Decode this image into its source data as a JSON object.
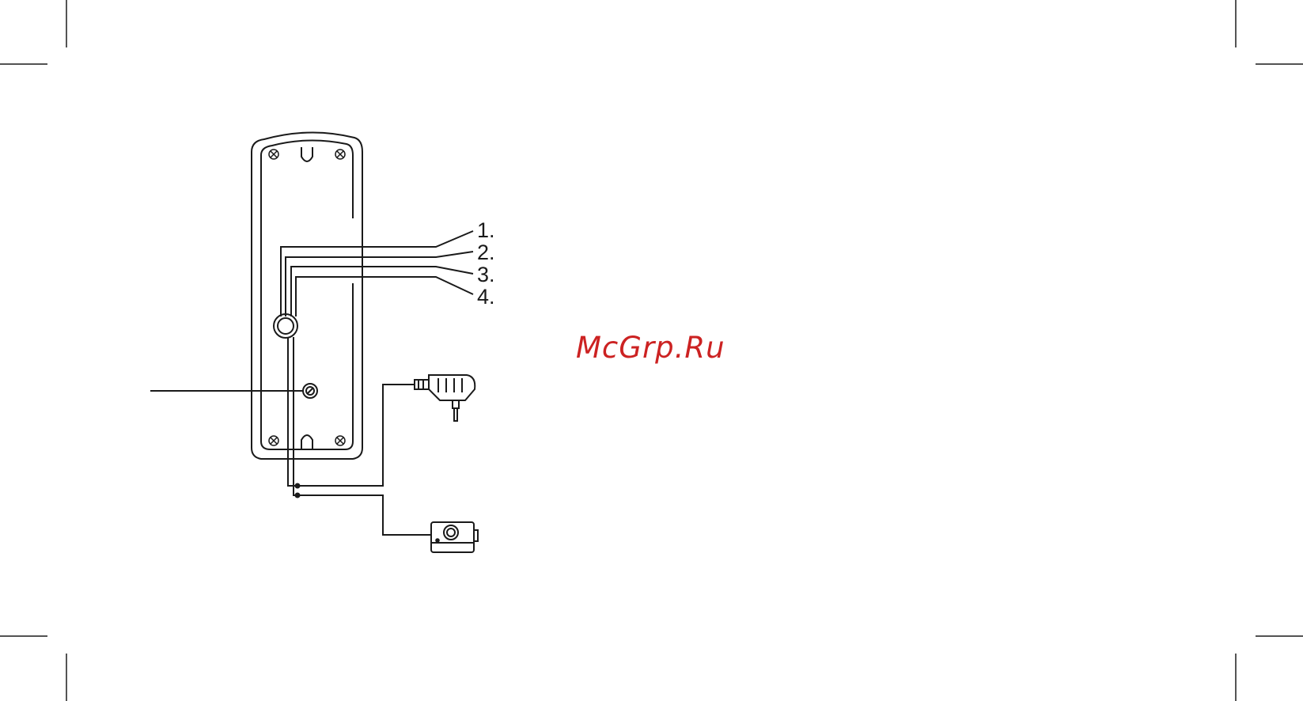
{
  "diagram": {
    "wire_labels": [
      "1.",
      "2.",
      "3.",
      "4."
    ],
    "watermark": "McGrp.Ru",
    "colors": {
      "line": "#1a1a1a",
      "watermark": "#cc2222",
      "background": "#ffffff"
    }
  }
}
